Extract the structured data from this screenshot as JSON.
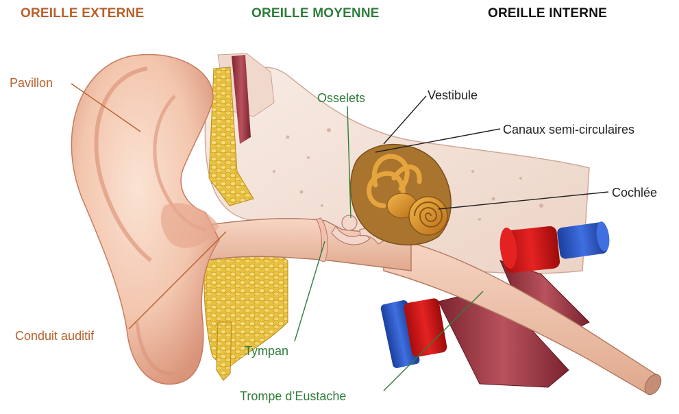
{
  "headers": {
    "outer": "OREILLE EXTERNE",
    "middle": "OREILLE MOYENNE",
    "inner": "OREILLE INTERNE"
  },
  "labels": {
    "pavillon": "Pavillon",
    "conduit": "Conduit auditif",
    "osselets": "Osselets",
    "tympan": "Tympan",
    "trompe": "Trompe d’Eustache",
    "vestibule": "Vestibule",
    "canaux": "Canaux semi-circulaires",
    "cochlee": "Cochlée"
  },
  "colors": {
    "outer_ear": "#b8602c",
    "middle_ear": "#2e7d3a",
    "inner_ear": "#222222",
    "skin": "#f2c7b0",
    "bone": "#f4e6dd",
    "cartilage": "#e8c23a",
    "cochlea": "#d9962b",
    "artery": "#d01818",
    "vein": "#2a56c8",
    "muscle": "#9a3340"
  }
}
